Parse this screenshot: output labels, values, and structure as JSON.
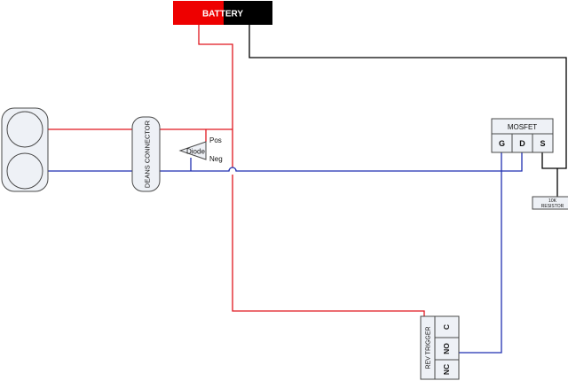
{
  "colors": {
    "positive_wire": "#e0161e",
    "negative_wire": "#1f2fb0",
    "ground_wire": "#000000",
    "component_fill": "#eef1f6",
    "component_stroke": "#4a4a4a",
    "battery_positive": "#ee0000",
    "battery_negative": "#000000",
    "battery_text": "#ffffff"
  },
  "battery": {
    "label": "BATTERY"
  },
  "deans_connector": {
    "label": "DEANS CONNECTOR"
  },
  "diode": {
    "label": "Diode",
    "pos_label": "Pos",
    "neg_label": "Neg"
  },
  "mosfet": {
    "title": "MOSFET",
    "pins": [
      "G",
      "D",
      "S"
    ]
  },
  "resistor": {
    "value": "10K",
    "label": "RESISTOR"
  },
  "rev_trigger": {
    "label": "REV TRIGGER",
    "pins": [
      "C",
      "NO",
      "NC"
    ]
  },
  "motor": {
    "icon": "motor-icon"
  }
}
